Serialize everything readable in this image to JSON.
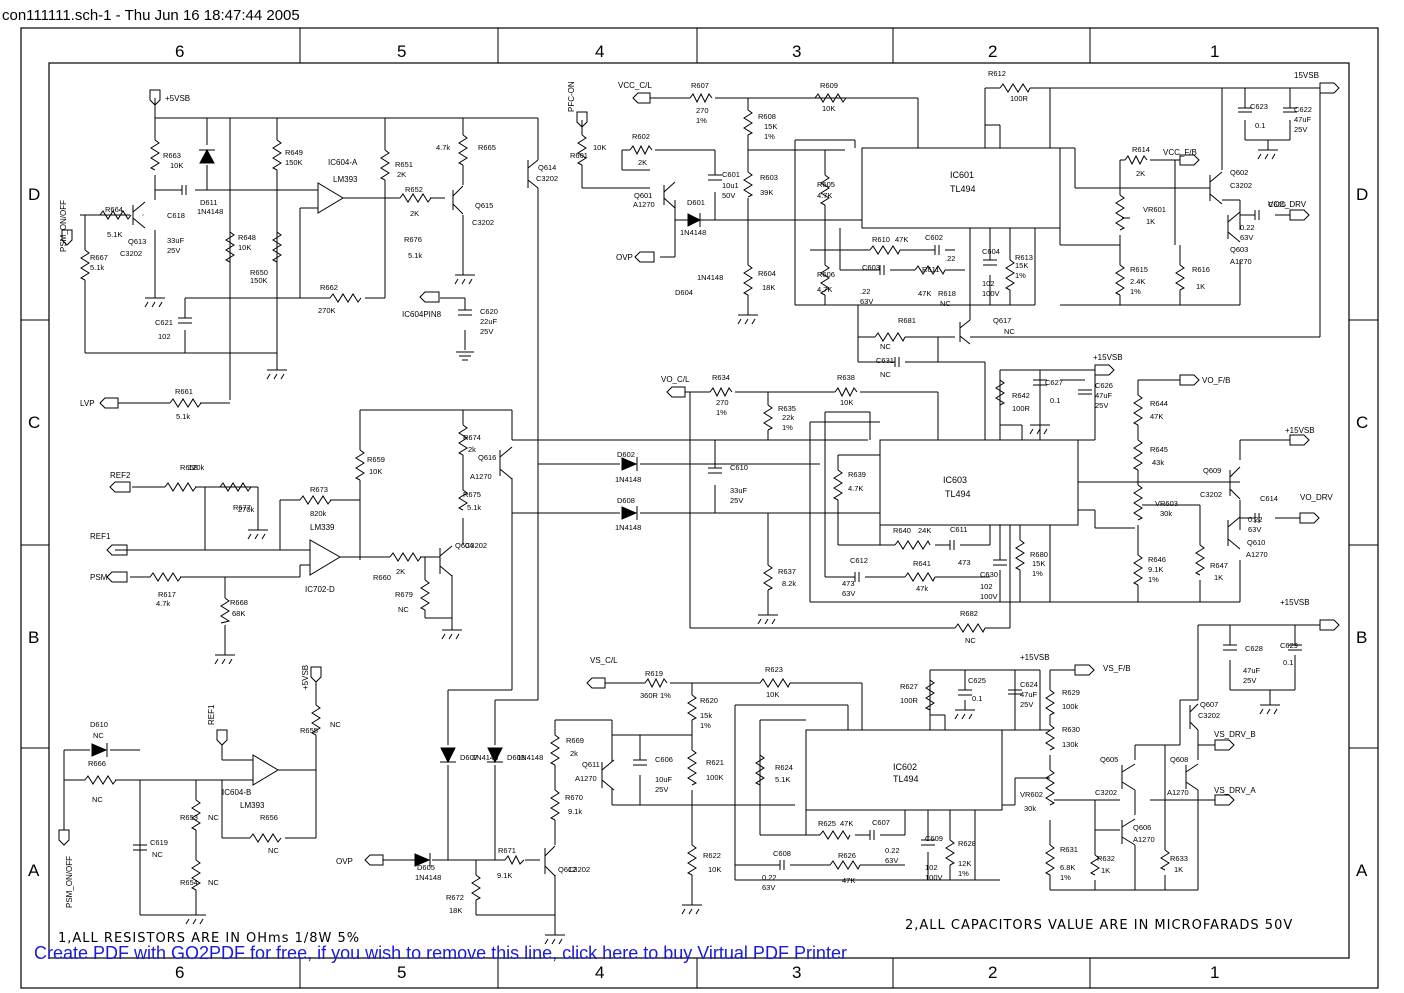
{
  "header": {
    "title": "con111111.sch-1 - Thu Jun 16 18:47:44 2005"
  },
  "zones": {
    "columns": [
      "6",
      "5",
      "4",
      "3",
      "2",
      "1"
    ],
    "rows": [
      "D",
      "C",
      "B",
      "A"
    ]
  },
  "notes": {
    "resistors": "1,ALL RESISTORS ARE IN OHms 1/8W 5%",
    "capacitors": "2,ALL CAPACITORS VALUE ARE IN MICROFARADS 50V"
  },
  "banner": "Create PDF with GO2PDF for free, if you wish to remove this line, click here to buy Virtual PDF Printer",
  "ports": {
    "vsb5": "+5VSB",
    "psm_on_off": "PSM_ON/OFF",
    "lvp": "LVP",
    "ref2": "REF2",
    "ref1": "REF1",
    "psm": "PSM",
    "ic604pin8": "IC604PIN8",
    "ovp": "OVP",
    "ovp2": "OVP",
    "pfc_on": "PFC-ON",
    "vcc_cl": "VCC_C/L",
    "vcc_fb": "VCC_F/B",
    "vcc_drv": "VCC_DRV",
    "vsb15": "15VSB",
    "vsb15b": "+15VSB",
    "vo_cl": "VO_C/L",
    "vo_fb": "VO_F/B",
    "vo_drv": "VO_DRV",
    "vsb15c": "+15VSB",
    "vsb15d": "+15VSB",
    "vs_cl": "VS_C/L",
    "vs_fb": "VS_F/B",
    "vsb15e": "+15VSB",
    "vs_drv_b": "VS_DRV_B",
    "vs_drv_a": "VS_DRV_A",
    "ref1b": "REF1",
    "vsb5b": "+5VSB",
    "psm_on_off2": "PSM_ON/OFF"
  },
  "ics": [
    {
      "ref": "IC601",
      "part": "TL494"
    },
    {
      "ref": "IC603",
      "part": "TL494"
    },
    {
      "ref": "IC602",
      "part": "TL494"
    },
    {
      "ref": "IC604-A",
      "part": "LM393"
    },
    {
      "ref": "IC604-B",
      "part": "LM393"
    },
    {
      "ref": "IC702-D",
      "part": "LM339"
    }
  ],
  "components": [
    {
      "id": "R663",
      "v": "10K"
    },
    {
      "id": "R664",
      "v": "5.1K"
    },
    {
      "id": "Q613",
      "v": "C3202"
    },
    {
      "id": "C618",
      "v": "33uF"
    },
    {
      "id": "C618b",
      "v": "25V"
    },
    {
      "id": "D611",
      "v": "1N4148"
    },
    {
      "id": "R649",
      "v": "150K"
    },
    {
      "id": "R648",
      "v": "10K"
    },
    {
      "id": "R650",
      "v": "150K"
    },
    {
      "id": "R667",
      "v": "5.1k"
    },
    {
      "id": "C621",
      "v": "102"
    },
    {
      "id": "R661",
      "v": "5.1k"
    },
    {
      "id": "R662",
      "v": "270K"
    },
    {
      "id": "R651",
      "v": "2K"
    },
    {
      "id": "R652",
      "v": "2K"
    },
    {
      "id": "Q615",
      "v": "C3202"
    },
    {
      "id": "R676",
      "v": "5.1k"
    },
    {
      "id": "R665",
      "v": "4.7k"
    },
    {
      "id": "Q614",
      "v": "C3202"
    },
    {
      "id": "C620",
      "v": "22uF"
    },
    {
      "id": "C620b",
      "v": "25V"
    },
    {
      "id": "R658",
      "v": "120k"
    },
    {
      "id": "R677",
      "v": "270k"
    },
    {
      "id": "R673",
      "v": "820k"
    },
    {
      "id": "R659",
      "v": "10K"
    },
    {
      "id": "R674",
      "v": "2k"
    },
    {
      "id": "Q616",
      "v": "A1270"
    },
    {
      "id": "R675",
      "v": "5.1k"
    },
    {
      "id": "R617",
      "v": "4.7k"
    },
    {
      "id": "R668",
      "v": "68K"
    },
    {
      "id": "R660",
      "v": "2K"
    },
    {
      "id": "R679",
      "v": "NC"
    },
    {
      "id": "Q604",
      "v": "C3202"
    },
    {
      "id": "D610",
      "v": "NC"
    },
    {
      "id": "R666",
      "v": "NC"
    },
    {
      "id": "C619",
      "v": "NC"
    },
    {
      "id": "R653",
      "v": "NC"
    },
    {
      "id": "R654",
      "v": "NC"
    },
    {
      "id": "R655",
      "v": "NC"
    },
    {
      "id": "R656",
      "v": "NC"
    },
    {
      "id": "D605",
      "v": "1N4148"
    },
    {
      "id": "R671",
      "v": "9.1K"
    },
    {
      "id": "R672",
      "v": "18K"
    },
    {
      "id": "Q612",
      "v": "C3202"
    },
    {
      "id": "D607",
      "v": "1N4148"
    },
    {
      "id": "D603",
      "v": "1N4148"
    },
    {
      "id": "R607",
      "v": "270"
    },
    {
      "id": "R607t",
      "v": "1%"
    },
    {
      "id": "R608",
      "v": "15K"
    },
    {
      "id": "R608t",
      "v": "1%"
    },
    {
      "id": "R609",
      "v": "10K"
    },
    {
      "id": "R601",
      "v": "10K"
    },
    {
      "id": "R602",
      "v": "2K"
    },
    {
      "id": "Q601",
      "v": "A1270"
    },
    {
      "id": "C601",
      "v": "10u1"
    },
    {
      "id": "C601b",
      "v": "50V"
    },
    {
      "id": "R603",
      "v": "39K"
    },
    {
      "id": "D601",
      "v": "1N4148"
    },
    {
      "id": "D604",
      "v": "1N4148"
    },
    {
      "id": "R604",
      "v": "18K"
    },
    {
      "id": "R605",
      "v": "4.7K"
    },
    {
      "id": "R606",
      "v": "4.7K"
    },
    {
      "id": "R610",
      "v": "47K"
    },
    {
      "id": "C602",
      "v": ".22"
    },
    {
      "id": "C603",
      "v": ".22"
    },
    {
      "id": "C603b",
      "v": "63V"
    },
    {
      "id": "R611",
      "v": "47K"
    },
    {
      "id": "R618",
      "v": "NC"
    },
    {
      "id": "C604",
      "v": "102"
    },
    {
      "id": "C604b",
      "v": "100V"
    },
    {
      "id": "R613",
      "v": "15K"
    },
    {
      "id": "R613t",
      "v": "1%"
    },
    {
      "id": "R612",
      "v": "100R"
    },
    {
      "id": "R614",
      "v": "2K"
    },
    {
      "id": "VR601",
      "v": "1K"
    },
    {
      "id": "R615",
      "v": "2.4K"
    },
    {
      "id": "R615t",
      "v": "1%"
    },
    {
      "id": "R616",
      "v": "1K"
    },
    {
      "id": "Q602",
      "v": "C3202"
    },
    {
      "id": "Q603",
      "v": "A1270"
    },
    {
      "id": "C605",
      "v": "0.22"
    },
    {
      "id": "C605b",
      "v": "63V"
    },
    {
      "id": "C623",
      "v": "0.1"
    },
    {
      "id": "C622",
      "v": "47uF"
    },
    {
      "id": "C622b",
      "v": "25V"
    },
    {
      "id": "R681",
      "v": "NC"
    },
    {
      "id": "C631",
      "v": "NC"
    },
    {
      "id": "Q617",
      "v": "NC"
    },
    {
      "id": "R634",
      "v": "270"
    },
    {
      "id": "R634t",
      "v": "1%"
    },
    {
      "id": "R635",
      "v": "22k"
    },
    {
      "id": "R635t",
      "v": "1%"
    },
    {
      "id": "R638",
      "v": "10K"
    },
    {
      "id": "D602",
      "v": "1N4148"
    },
    {
      "id": "D608",
      "v": "1N4148"
    },
    {
      "id": "C610",
      "v": "33uF"
    },
    {
      "id": "C610b",
      "v": "25V"
    },
    {
      "id": "R639",
      "v": "4.7K"
    },
    {
      "id": "R640",
      "v": "24K"
    },
    {
      "id": "C611",
      "v": "473"
    },
    {
      "id": "C612",
      "v": "473"
    },
    {
      "id": "C612b",
      "v": "63V"
    },
    {
      "id": "R641",
      "v": "47k"
    },
    {
      "id": "R637",
      "v": "8.2k"
    },
    {
      "id": "C630",
      "v": "102"
    },
    {
      "id": "C630b",
      "v": "100V"
    },
    {
      "id": "R680",
      "v": "15K"
    },
    {
      "id": "R680t",
      "v": "1%"
    },
    {
      "id": "R682",
      "v": "NC"
    },
    {
      "id": "R642",
      "v": "100R"
    },
    {
      "id": "C627",
      "v": "0.1"
    },
    {
      "id": "C626",
      "v": "47uF"
    },
    {
      "id": "C626b",
      "v": "25V"
    },
    {
      "id": "R644",
      "v": "47K"
    },
    {
      "id": "R645",
      "v": "43k"
    },
    {
      "id": "VR603",
      "v": "30k"
    },
    {
      "id": "R646",
      "v": "9.1K"
    },
    {
      "id": "R646t",
      "v": "1%"
    },
    {
      "id": "R647",
      "v": "1K"
    },
    {
      "id": "Q609",
      "v": "C3202"
    },
    {
      "id": "Q610",
      "v": "A1270"
    },
    {
      "id": "C614",
      "v": "0.22"
    },
    {
      "id": "C614b",
      "v": "63V"
    },
    {
      "id": "R619",
      "v": "360R 1%"
    },
    {
      "id": "R623",
      "v": "10K"
    },
    {
      "id": "R620",
      "v": "15k"
    },
    {
      "id": "R620t",
      "v": "1%"
    },
    {
      "id": "R621",
      "v": "100K"
    },
    {
      "id": "R669",
      "v": "2k"
    },
    {
      "id": "Q611",
      "v": "A1270"
    },
    {
      "id": "C606",
      "v": "10uF"
    },
    {
      "id": "C606b",
      "v": "25V"
    },
    {
      "id": "R670",
      "v": "9.1k"
    },
    {
      "id": "R624",
      "v": "5.1K"
    },
    {
      "id": "R625",
      "v": "47K"
    },
    {
      "id": "C607",
      "v": "0.22"
    },
    {
      "id": "C607b",
      "v": "63V"
    },
    {
      "id": "R622",
      "v": "10K"
    },
    {
      "id": "C608",
      "v": "0.22"
    },
    {
      "id": "C608b",
      "v": "63V"
    },
    {
      "id": "R626",
      "v": "47K"
    },
    {
      "id": "C609",
      "v": "102"
    },
    {
      "id": "C609b",
      "v": "100V"
    },
    {
      "id": "R628",
      "v": "12K"
    },
    {
      "id": "R628t",
      "v": "1%"
    },
    {
      "id": "R627",
      "v": "100R"
    },
    {
      "id": "C625",
      "v": "0.1"
    },
    {
      "id": "C624",
      "v": "47uF"
    },
    {
      "id": "C624b",
      "v": "25V"
    },
    {
      "id": "R629",
      "v": "100k"
    },
    {
      "id": "R630",
      "v": "130k"
    },
    {
      "id": "VR602",
      "v": "30k"
    },
    {
      "id": "R631",
      "v": "6.8K"
    },
    {
      "id": "R631t",
      "v": "1%"
    },
    {
      "id": "R632",
      "v": "1K"
    },
    {
      "id": "R633",
      "v": "1K"
    },
    {
      "id": "Q605",
      "v": "C3202"
    },
    {
      "id": "Q606",
      "v": "A1270"
    },
    {
      "id": "Q607",
      "v": "C3202"
    },
    {
      "id": "Q608",
      "v": "A1270"
    },
    {
      "id": "C628",
      "v": "47uF"
    },
    {
      "id": "C628b",
      "v": "25V"
    },
    {
      "id": "C629",
      "v": "0.1"
    }
  ]
}
